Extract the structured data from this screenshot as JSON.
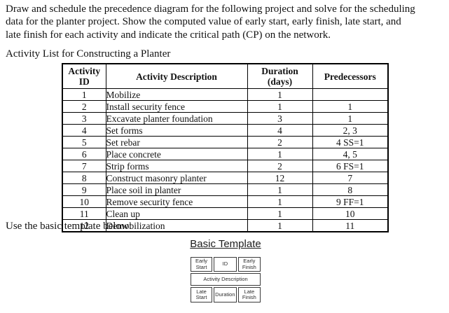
{
  "problem_statement": "Draw and schedule the precedence diagram for the following project and solve for the scheduling\ndata for the planter project. Show the computed value of early start, early finish, late start, and\nlate finish for each activity and indicate the critical path (CP) on the network.",
  "activity_table": {
    "title": "Activity List for Constructing a Planter",
    "headers": [
      "Activity\nID",
      "Activity Description",
      "Duration\n(days)",
      "Predecessors"
    ],
    "rows": [
      {
        "id": "1",
        "description": "Mobilize",
        "duration": "1",
        "predecessors": ""
      },
      {
        "id": "2",
        "description": "Install security fence",
        "duration": "1",
        "predecessors": "1"
      },
      {
        "id": "3",
        "description": "Excavate planter foundation",
        "duration": "3",
        "predecessors": "1"
      },
      {
        "id": "4",
        "description": "Set forms",
        "duration": "4",
        "predecessors": "2, 3"
      },
      {
        "id": "5",
        "description": "Set rebar",
        "duration": "2",
        "predecessors": "4 SS=1"
      },
      {
        "id": "6",
        "description": "Place concrete",
        "duration": "1",
        "predecessors": "4, 5"
      },
      {
        "id": "7",
        "description": "Strip forms",
        "duration": "2",
        "predecessors": "6 FS=1"
      },
      {
        "id": "8",
        "description": "Construct masonry planter",
        "duration": "12",
        "predecessors": "7"
      },
      {
        "id": "9",
        "description": "Place soil in planter",
        "duration": "1",
        "predecessors": "8"
      },
      {
        "id": "10",
        "description": "Remove security fence",
        "duration": "1",
        "predecessors": "9 FF=1"
      },
      {
        "id": "11",
        "description": "Clean up",
        "duration": "1",
        "predecessors": "10"
      },
      {
        "id": "12",
        "description": "Demobilization",
        "duration": "1",
        "predecessors": "11"
      }
    ]
  },
  "template_note": "Use the basic template below:",
  "basic_template": {
    "title": "Basic Template",
    "cells": {
      "early_start": "Early\nStart",
      "id": "ID",
      "early_finish": "Early\nFinish",
      "activity_description": "Activity Description",
      "late_start": "Late\nStart",
      "duration": "Duration",
      "late_finish": "Late\nFinish"
    }
  },
  "colors": {
    "page_background": "#ffffff",
    "text": "#121212",
    "table_border": "#000000",
    "template_text": "#2b2b2b"
  }
}
